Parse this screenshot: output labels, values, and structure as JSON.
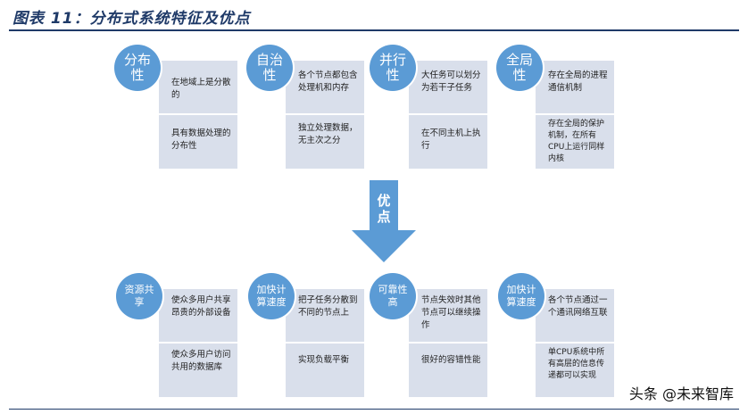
{
  "title": "图表 11：分布式系统特征及优点",
  "arrow_label": "优点",
  "watermark": "头条 @未来智库",
  "colors": {
    "circle": "#5b9bd5",
    "card": "#d9dfeb",
    "accent": "#1f3a68"
  },
  "features": [
    {
      "circle": "分布\n性",
      "p1": "在地域上是分散的",
      "p2": "具有数据处理的分布性"
    },
    {
      "circle": "自治\n性",
      "p1": "各个节点都包含处理机和内存",
      "p2": "独立处理数据，无主次之分"
    },
    {
      "circle": "并行\n性",
      "p1": "大任务可以划分为若干子任务",
      "p2": "在不同主机上执行"
    },
    {
      "circle": "全局\n性",
      "p1": "存在全局的进程通信机制",
      "p2": "存在全局的保护机制，在所有CPU上运行同样内核"
    }
  ],
  "advantages": [
    {
      "circle": "资源共\n享",
      "p1": "使众多用户共享昂贵的外部设备",
      "p2": "使众多用户访问共用的数据库"
    },
    {
      "circle": "加快计\n算速度",
      "p1": "把子任务分散到不同的节点上",
      "p2": "实现负载平衡"
    },
    {
      "circle": "可靠性\n高",
      "p1": "节点失效时其他节点可以继续操作",
      "p2": "很好的容错性能"
    },
    {
      "circle": "加快计\n算速度",
      "p1": "各个节点通过一个通讯网络互联",
      "p2": "单CPU系统中所有高层的信息传递都可以实现"
    }
  ]
}
